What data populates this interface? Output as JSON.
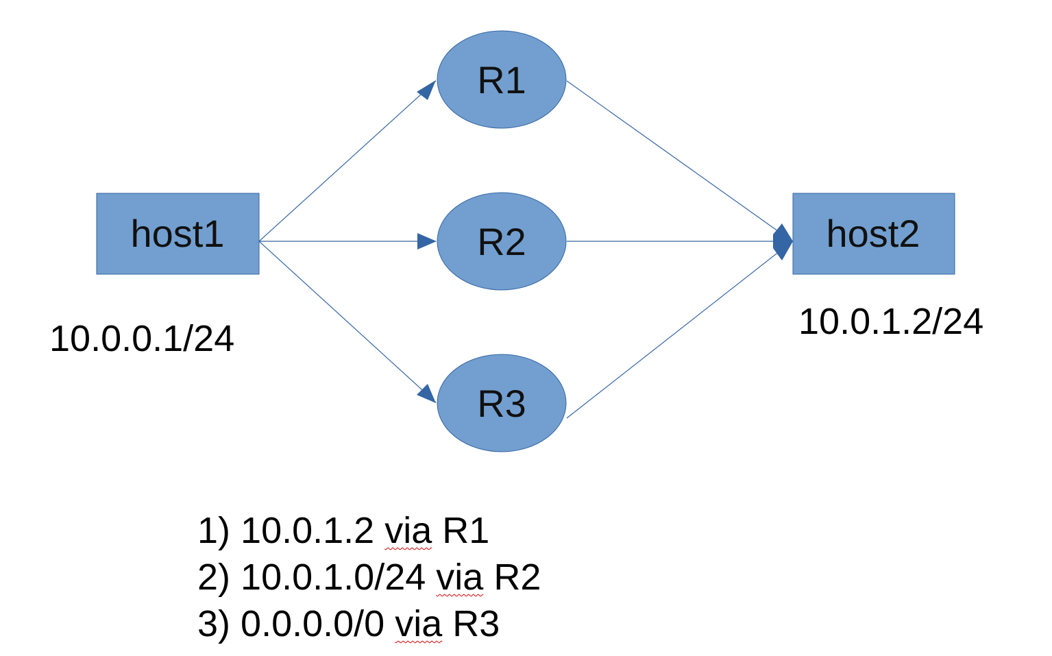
{
  "colors": {
    "node_fill": "#729fcf",
    "node_stroke": "#3465a4",
    "edge": "#3465a4",
    "arrow": "#3465a4",
    "spellcheck_underline": "#d40000"
  },
  "nodes": {
    "host1": {
      "label": "host1",
      "shape": "rectangle",
      "address": "10.0.0.1/24"
    },
    "host2": {
      "label": "host2",
      "shape": "rectangle",
      "address": "10.0.1.2/24"
    },
    "r1": {
      "label": "R1",
      "shape": "ellipse"
    },
    "r2": {
      "label": "R2",
      "shape": "ellipse"
    },
    "r3": {
      "label": "R3",
      "shape": "ellipse"
    }
  },
  "edges": [
    {
      "from": "host1",
      "to": "R1",
      "arrow": "end"
    },
    {
      "from": "host1",
      "to": "R2",
      "arrow": "end"
    },
    {
      "from": "host1",
      "to": "R3",
      "arrow": "end"
    },
    {
      "from": "R1",
      "to": "host2",
      "arrow": "end"
    },
    {
      "from": "R2",
      "to": "host2",
      "arrow": "end"
    },
    {
      "from": "R3",
      "to": "host2",
      "arrow": "end"
    }
  ],
  "routes": [
    {
      "number": "1)",
      "prefix": "10.0.1.2",
      "via": "via",
      "router": "R1"
    },
    {
      "number": "2)",
      "prefix": "10.0.1.0/24",
      "via": "via",
      "router": "R2"
    },
    {
      "number": "3)",
      "prefix": "0.0.0.0/0",
      "via": "via",
      "router": "R3"
    }
  ]
}
